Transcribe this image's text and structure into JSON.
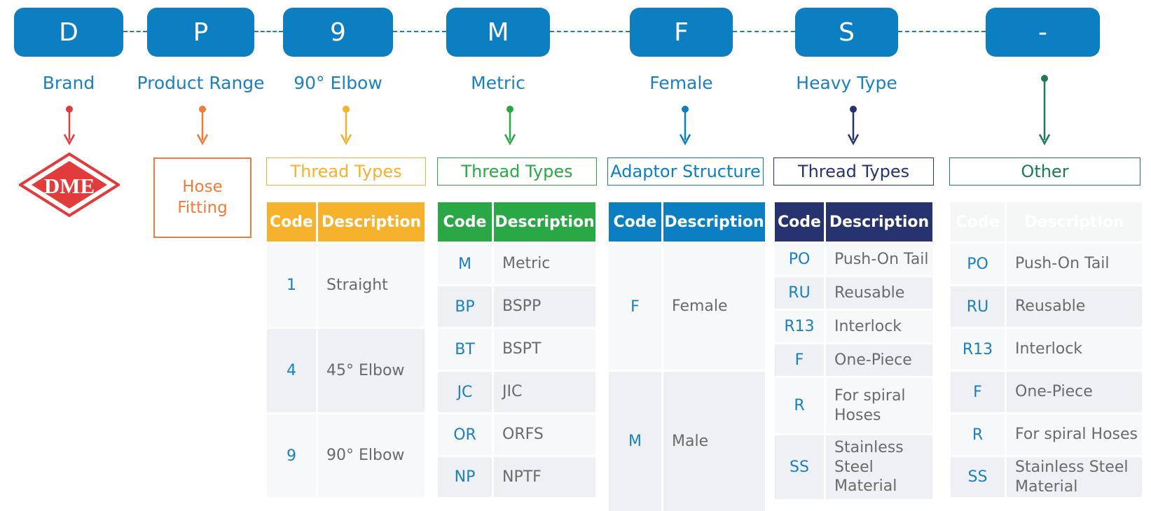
{
  "codes": [
    "D",
    "P",
    "9",
    "M",
    "F",
    "S",
    "-"
  ],
  "labels": [
    "Brand",
    "Product Range",
    "90° Elbow",
    "Metric",
    "Female",
    "Heavy Type",
    ""
  ],
  "colors": {
    "primary": "#0b7fc1",
    "brand": "#e23b3b",
    "product_range": "#f07c3b",
    "thread_yellow": "#f6b12d",
    "thread_green": "#2aa846",
    "adaptor_blue": "#0b7fc1",
    "thread_navy": "#27336f",
    "other_green": "#1f7a53"
  },
  "logo": {
    "text": "DME",
    "icon": "dme-diamond-logo"
  },
  "product_range": {
    "line1": "Hose",
    "line2": "Fitting"
  },
  "tables": {
    "elbow": {
      "title": "Thread Types",
      "header_code": "Code",
      "header_desc": "Description",
      "rows": [
        {
          "code": "1",
          "desc": "Straight"
        },
        {
          "code": "4",
          "desc": "45° Elbow"
        },
        {
          "code": "9",
          "desc": "90° Elbow"
        }
      ]
    },
    "metric": {
      "title": "Thread Types",
      "header_code": "Code",
      "header_desc": "Description",
      "rows": [
        {
          "code": "M",
          "desc": "Metric"
        },
        {
          "code": "BP",
          "desc": "BSPP"
        },
        {
          "code": "BT",
          "desc": "BSPT"
        },
        {
          "code": "JC",
          "desc": "JIC"
        },
        {
          "code": "OR",
          "desc": "ORFS"
        },
        {
          "code": "NP",
          "desc": "NPTF"
        }
      ]
    },
    "adaptor": {
      "title": "Adaptor Structure",
      "header_code": "Code",
      "header_desc": "Description",
      "rows": [
        {
          "code": "F",
          "desc": "Female"
        },
        {
          "code": "M",
          "desc": "Male"
        }
      ]
    },
    "heavy": {
      "title": "Thread Types",
      "header_code": "Code",
      "header_desc": "Description",
      "rows": [
        {
          "code": "PO",
          "desc": "Push-On Tail"
        },
        {
          "code": "RU",
          "desc": "Reusable"
        },
        {
          "code": "R13",
          "desc": "Interlock"
        },
        {
          "code": "F",
          "desc": "One-Piece"
        },
        {
          "code": "R",
          "desc_l1": "For spiral",
          "desc_l2": "Hoses"
        },
        {
          "code": "SS",
          "desc_l1": "Stainless",
          "desc_l2": "Steel",
          "desc_l3": "Material"
        }
      ]
    },
    "other": {
      "title": "Other",
      "header_code": "Code",
      "header_desc": "Description",
      "rows": [
        {
          "code": "PO",
          "desc": "Push-On Tail"
        },
        {
          "code": "RU",
          "desc": "Reusable"
        },
        {
          "code": "R13",
          "desc": "Interlock"
        },
        {
          "code": "F",
          "desc": "One-Piece"
        },
        {
          "code": "R",
          "desc": "For spiral Hoses"
        },
        {
          "code": "SS",
          "desc_l1": "Stainless Steel",
          "desc_l2": "Material"
        }
      ]
    }
  }
}
